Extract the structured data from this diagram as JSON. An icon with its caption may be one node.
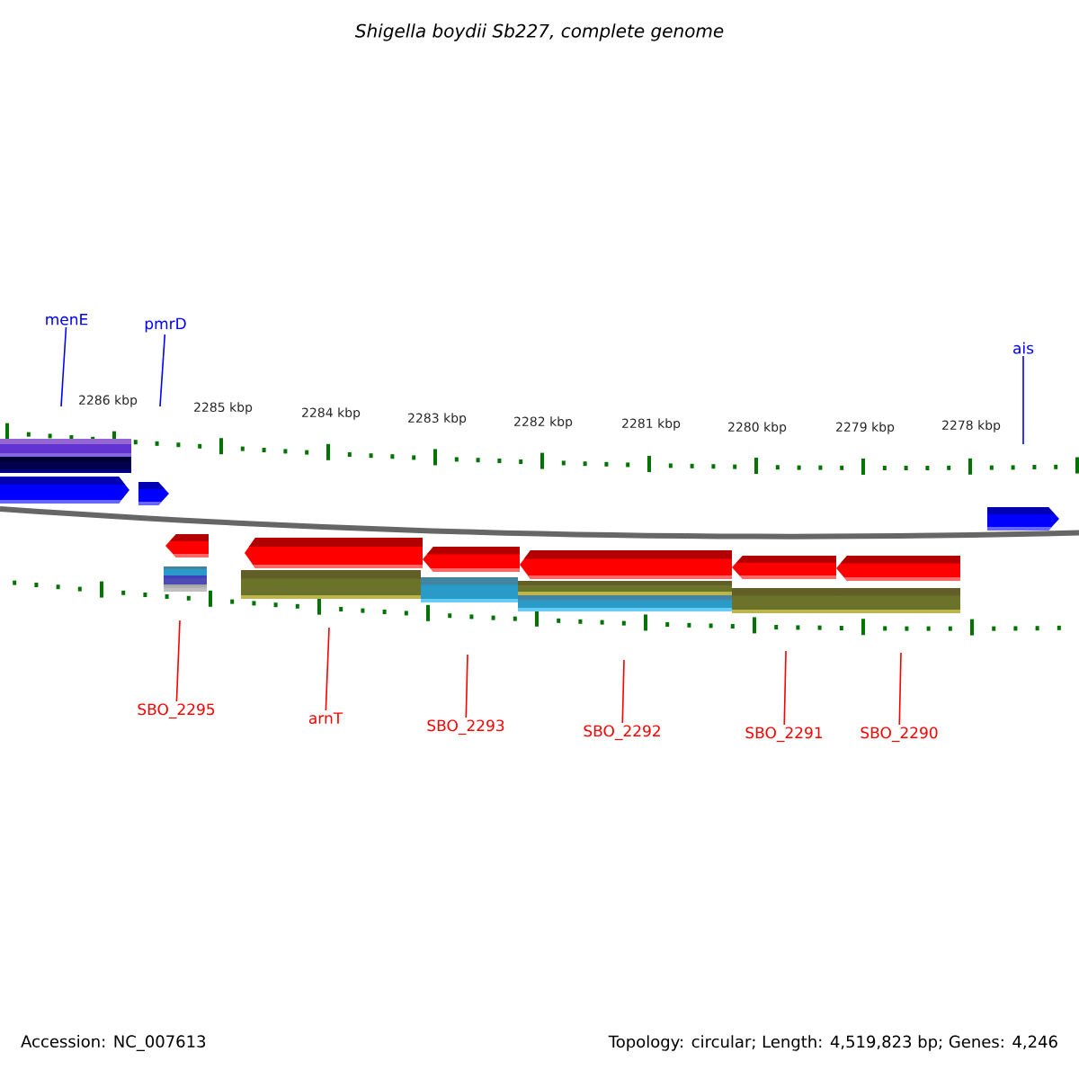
{
  "diagram": {
    "title": "Shigella boydii Sb227, complete genome",
    "nodes": [
      {
        "text": [
          "menE"
        ]
      },
      {
        "text": [
          "pmrD"
        ]
      },
      {
        "text": [
          "ais"
        ]
      },
      {
        "text": [
          "SBO_2295"
        ]
      },
      {
        "text": [
          "arnT"
        ]
      },
      {
        "text": [
          "SBO_2293"
        ]
      },
      {
        "text": [
          "SBO_2292"
        ]
      },
      {
        "text": [
          "SBO_2291"
        ]
      },
      {
        "text": [
          "SBO_2290"
        ]
      }
    ],
    "edges": [
      {
        "from": 0,
        "to": null,
        "arrow": "none",
        "color": "#0000ff"
      },
      {
        "from": 1,
        "to": null,
        "arrow": "none",
        "color": "#0000ff"
      },
      {
        "from": 2,
        "to": null,
        "arrow": "none",
        "color": "#0000ff"
      },
      {
        "from": 3,
        "to": null,
        "arrow": "none"
      },
      {
        "from": 4,
        "to": null,
        "arrow": "none"
      },
      {
        "from": 5,
        "to": null,
        "arrow": "none"
      },
      {
        "from": 6,
        "to": null,
        "arrow": "none"
      },
      {
        "from": 7,
        "to": null,
        "arrow": "none"
      },
      {
        "from": 8,
        "to": null,
        "arrow": "none"
      }
    ],
    "labels": [
      "2286 kbp",
      "2285 kbp",
      "2284 kbp",
      "2283 kbp",
      "2282 kbp",
      "2281 kbp",
      "2280 kbp",
      "2279 kbp",
      "2278 kbp",
      "Accession: NC_007613",
      "Topology: circular; Length: 4,519,823 bp; Genes: 4,246"
    ]
  }
}
